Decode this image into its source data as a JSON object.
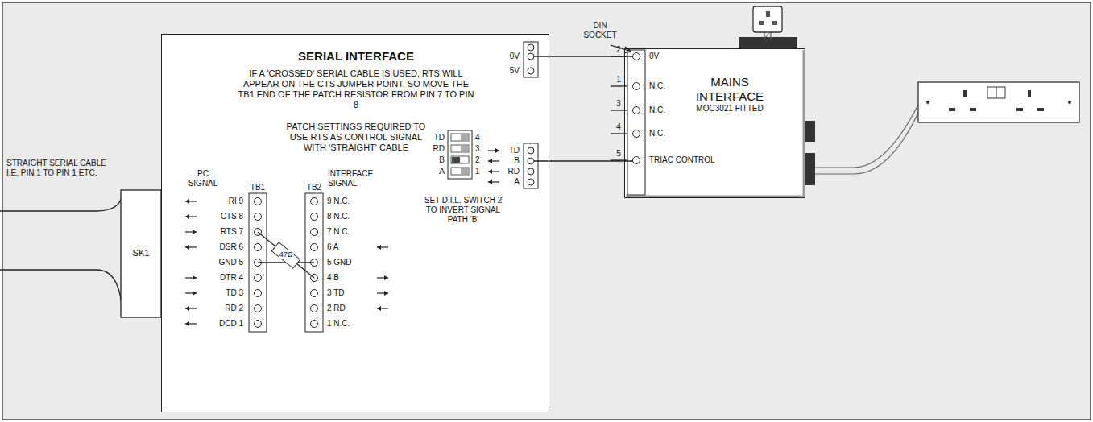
{
  "diagram": {
    "nodes": [
      {
        "text": [
          "SERIAL INTERFACE",
          "IF A 'CROSSED' SERIAL CABLE IS USED, RTS WILL APPEAR ON THE CTS JUMPER POINT, SO MOVE THE TB1 END OF THE PATCH RESISTOR FROM PIN 7 TO PIN 8",
          "PATCH SETTINGS REQUIRED TO USE RTS AS CONTROL SIGNAL WITH 'STRAIGHT' CABLE"
        ]
      },
      {
        "text": [
          "SK1"
        ]
      },
      {
        "text": [
          "MAINS INTERFACE",
          "MOC3021 FITTED"
        ]
      }
    ],
    "edges": [
      {
        "from": 0,
        "to": 2,
        "arrow": "none"
      },
      {
        "from": 0,
        "to": 2,
        "arrow": "none"
      }
    ],
    "labels": [
      "STRAIGHT SERIAL CABLE I.E. PIN 1 TO PIN 1 ETC.",
      "PC SIGNAL",
      "TB1",
      "TB2",
      "INTERFACE SIGNAL",
      "RI 9",
      "CTS 8",
      "RTS 7",
      "DSR 6",
      "GND 5",
      "DTR 4",
      "TD 3",
      "RD 2",
      "DCD 1",
      "9 N.C.",
      "8 N.C.",
      "7 N.C.",
      "6 A",
      "5 GND",
      "4 B",
      "3 TD",
      "2 RD",
      "1 N.C.",
      "47Ω",
      "0V",
      "5V",
      "TD",
      "RD",
      "B",
      "A",
      "4",
      "3",
      "2",
      "1",
      "SET D.I.L. SWITCH 2 TO INVERT SIGNAL PATH 'B'",
      "TD",
      "B",
      "RD",
      "A",
      "DIN SOCKET",
      "2",
      "1",
      "3",
      "4",
      "5",
      "0V",
      "N.C.",
      "N.C.",
      "N.C.",
      "TRIAC CONTROL"
    ]
  }
}
